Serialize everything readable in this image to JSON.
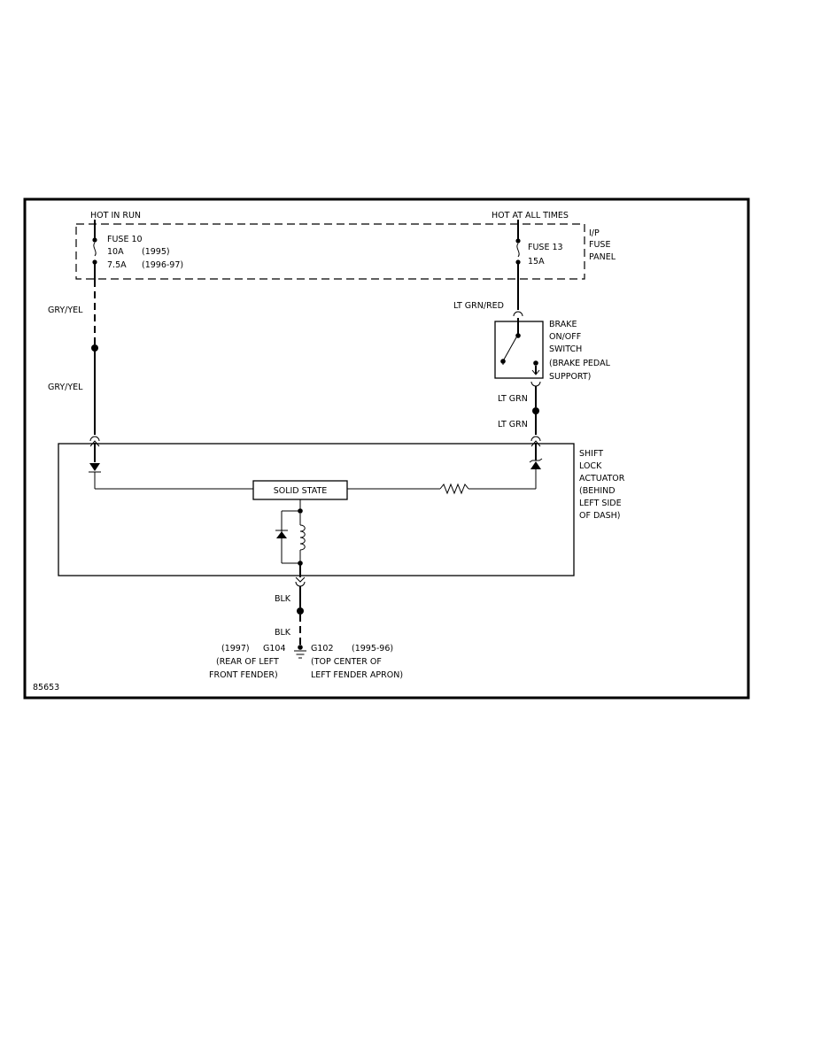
{
  "top_left": {
    "header": "HOT IN RUN",
    "fuse_name": "FUSE 10",
    "rating_1": "10A",
    "year_1": "(1995)",
    "rating_2": "7.5A",
    "year_2": "(1996-97)"
  },
  "top_right": {
    "header": "HOT AT ALL TIMES",
    "fuse_name": "FUSE 13",
    "rating": "15A"
  },
  "fuse_panel": {
    "line_1": "I/P",
    "line_2": "FUSE",
    "line_3": "PANEL"
  },
  "wires": {
    "left_upper": "GRY/YEL",
    "left_lower": "GRY/YEL",
    "right_upper": "LT GRN/RED",
    "right_mid": "LT GRN",
    "right_lower": "LT GRN",
    "ground_upper": "BLK",
    "ground_lower": "BLK"
  },
  "brake_switch": {
    "line_1": "BRAKE",
    "line_2": "ON/OFF",
    "line_3": "SWITCH",
    "line_4": "(BRAKE PEDAL",
    "line_5": "SUPPORT)"
  },
  "actuator": {
    "line_1": "SHIFT",
    "line_2": "LOCK",
    "line_3": "ACTUATOR",
    "line_4": "(BEHIND",
    "line_5": "LEFT SIDE",
    "line_6": "OF DASH)"
  },
  "solid_state": "SOLID STATE",
  "grounds": {
    "left_year": "(1997)",
    "left_name": "G104",
    "left_loc_1": "(REAR OF LEFT",
    "left_loc_2": "FRONT FENDER)",
    "right_name": "G102",
    "right_year": "(1995-96)",
    "right_loc_1": "(TOP CENTER OF",
    "right_loc_2": "LEFT FENDER APRON)"
  },
  "figure_id": "85653"
}
